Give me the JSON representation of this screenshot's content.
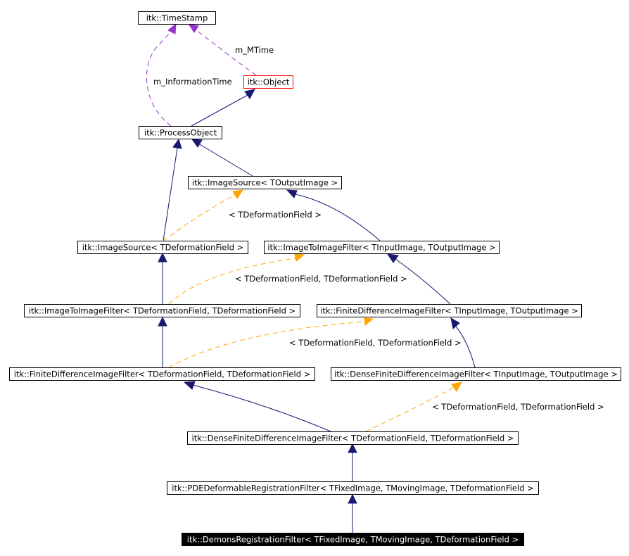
{
  "colors": {
    "inheritance_edge": "#191970",
    "usage_edge": "#9a32cd",
    "template_edge": "#ffa500",
    "highlight_border": "#ff0000",
    "current_node_fill": "#000000"
  },
  "nodes": {
    "timestamp": "itk::TimeStamp",
    "object": "itk::Object",
    "process_object": "itk::ProcessObject",
    "image_source_out": "itk::ImageSource< TOutputImage >",
    "image_source_def": "itk::ImageSource< TDeformationField >",
    "image_to_image_filter": "itk::ImageToImageFilter< TInputImage, TOutputImage >",
    "image_to_image_filter_def": "itk::ImageToImageFilter< TDeformationField, TDeformationField >",
    "finite_diff_filter": "itk::FiniteDifferenceImageFilter< TInputImage, TOutputImage >",
    "finite_diff_filter_def": "itk::FiniteDifferenceImageFilter< TDeformationField, TDeformationField >",
    "dense_finite_diff_filter": "itk::DenseFiniteDifferenceImageFilter< TInputImage, TOutputImage >",
    "dense_finite_diff_filter_def": "itk::DenseFiniteDifferenceImageFilter< TDeformationField, TDeformationField >",
    "pde_registration_filter": "itk::PDEDeformableRegistrationFilter< TFixedImage, TMovingImage, TDeformationField >",
    "demons_registration_filter": "itk::DemonsRegistrationFilter< TFixedImage, TMovingImage, TDeformationField >"
  },
  "edge_labels": {
    "m_mtime": "m_MTime",
    "m_information_time": "m_InformationTime",
    "image_source_template": "< TDeformationField >",
    "image_to_image_template": "< TDeformationField, TDeformationField >",
    "finite_diff_template": "< TDeformationField, TDeformationField >",
    "dense_finite_diff_template": "< TDeformationField, TDeformationField >"
  }
}
